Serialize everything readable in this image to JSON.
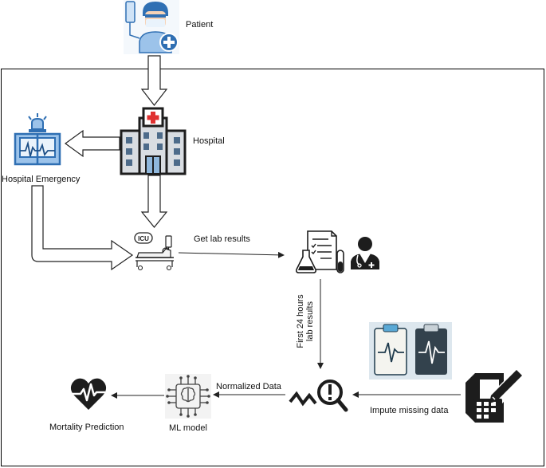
{
  "nodes": {
    "patient": {
      "label": "Patient",
      "icon": "patient-icon"
    },
    "hospital": {
      "label": "Hospital",
      "icon": "hospital-building-icon"
    },
    "emergency": {
      "label": "Hospital Emergency",
      "icon": "ambulance-emergency-icon"
    },
    "icu": {
      "label": "",
      "icon": "icu-bed-icon",
      "icon_text": "ICU"
    },
    "lab": {
      "label": "",
      "icon": "lab-report-icon"
    },
    "doctor": {
      "label": "",
      "icon": "doctor-icon"
    },
    "charts": {
      "label": "",
      "icon": "medical-charts-icon"
    },
    "analysis": {
      "label": "",
      "icon": "data-analysis-icon"
    },
    "impute": {
      "label": "",
      "icon": "calendar-edit-icon"
    },
    "ml": {
      "label": "ML model",
      "icon": "ai-chip-icon"
    },
    "prediction": {
      "label": "Mortality Prediction",
      "icon": "heart-rate-icon"
    }
  },
  "edges": {
    "lab_results": "Get lab results",
    "first24_line1": "First 24 hours",
    "first24_line2": "lab results",
    "impute": "Impute missing data",
    "normalized": "Normalized Data"
  },
  "colors": {
    "line": "#222222",
    "red": "#e03131",
    "blue": "#2f6fb3",
    "light_blue": "#9cc3ea",
    "dark": "#1d1d1d"
  }
}
